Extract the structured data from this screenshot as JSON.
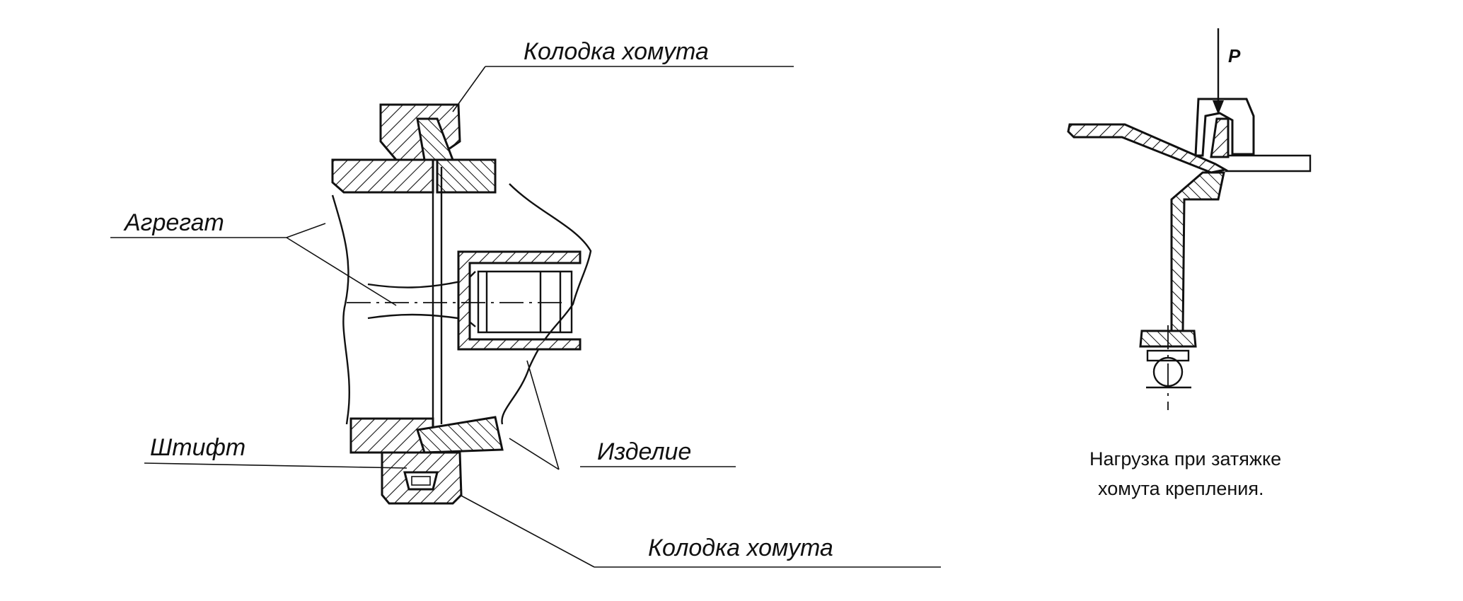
{
  "labels": {
    "shoe_top": "Колодка хомута",
    "unit": "Агрегат",
    "pin": "Штифт",
    "product": "Изделие",
    "shoe_bottom": "Колодка хомута",
    "force": "P"
  },
  "caption": {
    "line1": "Нагрузка при затяжке",
    "line2": "хомута крепления."
  }
}
